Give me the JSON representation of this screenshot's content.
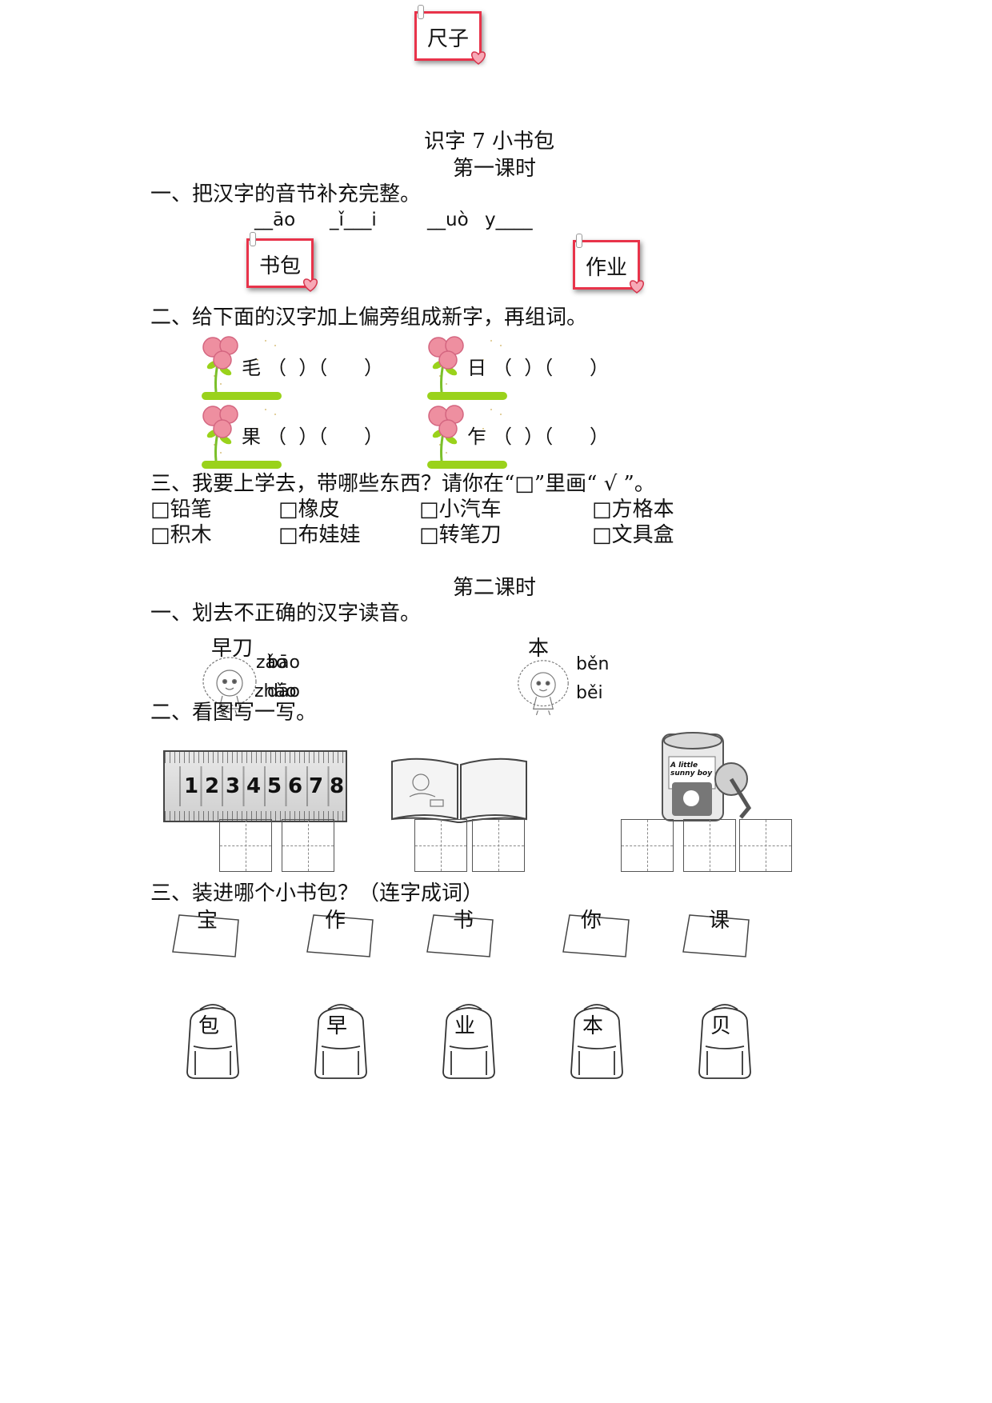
{
  "cards": {
    "top": "尺子",
    "left": "书包",
    "right": "作业"
  },
  "title": "识字 7  小书包",
  "lesson1": "第一课时",
  "lesson2": "第二课时",
  "s1": {
    "heading": "一、把汉字的音节补充完整。",
    "pinyin": [
      "__āo",
      "_ǐ___i",
      "__uò",
      "y____"
    ]
  },
  "s2": {
    "heading": "二、给下面的汉字加上偏旁组成新字，再组词。",
    "items": [
      {
        "char": "毛",
        "paren": "（  ）（      ）"
      },
      {
        "char": "日",
        "paren": "（  ）（      ）"
      },
      {
        "char": "果",
        "paren": "（  ）（      ）"
      },
      {
        "char": "乍",
        "paren": "（  ）（      ）"
      }
    ]
  },
  "s3": {
    "heading": "三、我要上学去，带哪些东西？请你在“□”里画“ √ ”。",
    "row1": [
      "□铅笔",
      "□橡皮",
      "□小汽车",
      "□方格本"
    ],
    "row2": [
      "□积木",
      "□布娃娃",
      "□转笔刀",
      "□文具盒"
    ]
  },
  "p1": {
    "heading": "一、划去不正确的汉字读音。",
    "w1": {
      "char": "早刀",
      "a": "zǎo",
      "a2": "bāo",
      "b": "zhǎo",
      "b2": "dāo"
    },
    "w2": {
      "char": "本",
      "a": "běn",
      "b": "běi"
    }
  },
  "p2": {
    "heading": "二、看图写一写。"
  },
  "ruler_numbers": [
    "1",
    "2",
    "3",
    "4",
    "5",
    "6",
    "7",
    "8"
  ],
  "sharpener_text": "A little sunny boy",
  "p3": {
    "heading": "三、装进哪个小书包？（连字成词）",
    "top": [
      "宝",
      "作",
      "书",
      "你",
      "课"
    ],
    "bags": [
      "包",
      "早",
      "业",
      "本",
      "贝"
    ]
  }
}
